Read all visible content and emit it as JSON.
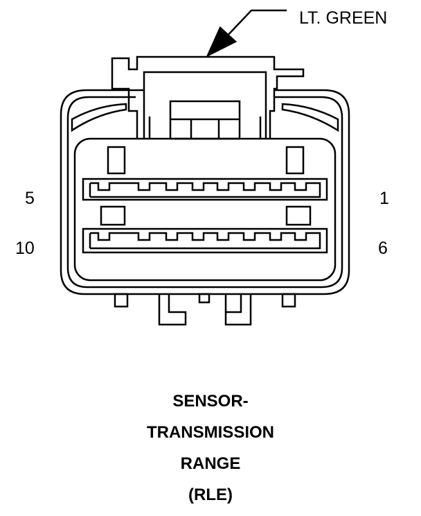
{
  "callout": {
    "wire_color": "LT. GREEN"
  },
  "pins": {
    "top_row_left": "5",
    "top_row_right": "1",
    "bottom_row_left": "10",
    "bottom_row_right": "6"
  },
  "caption": {
    "line1": "SENSOR-",
    "line2": "TRANSMISSION",
    "line3": "RANGE",
    "line4": "(RLE)"
  }
}
